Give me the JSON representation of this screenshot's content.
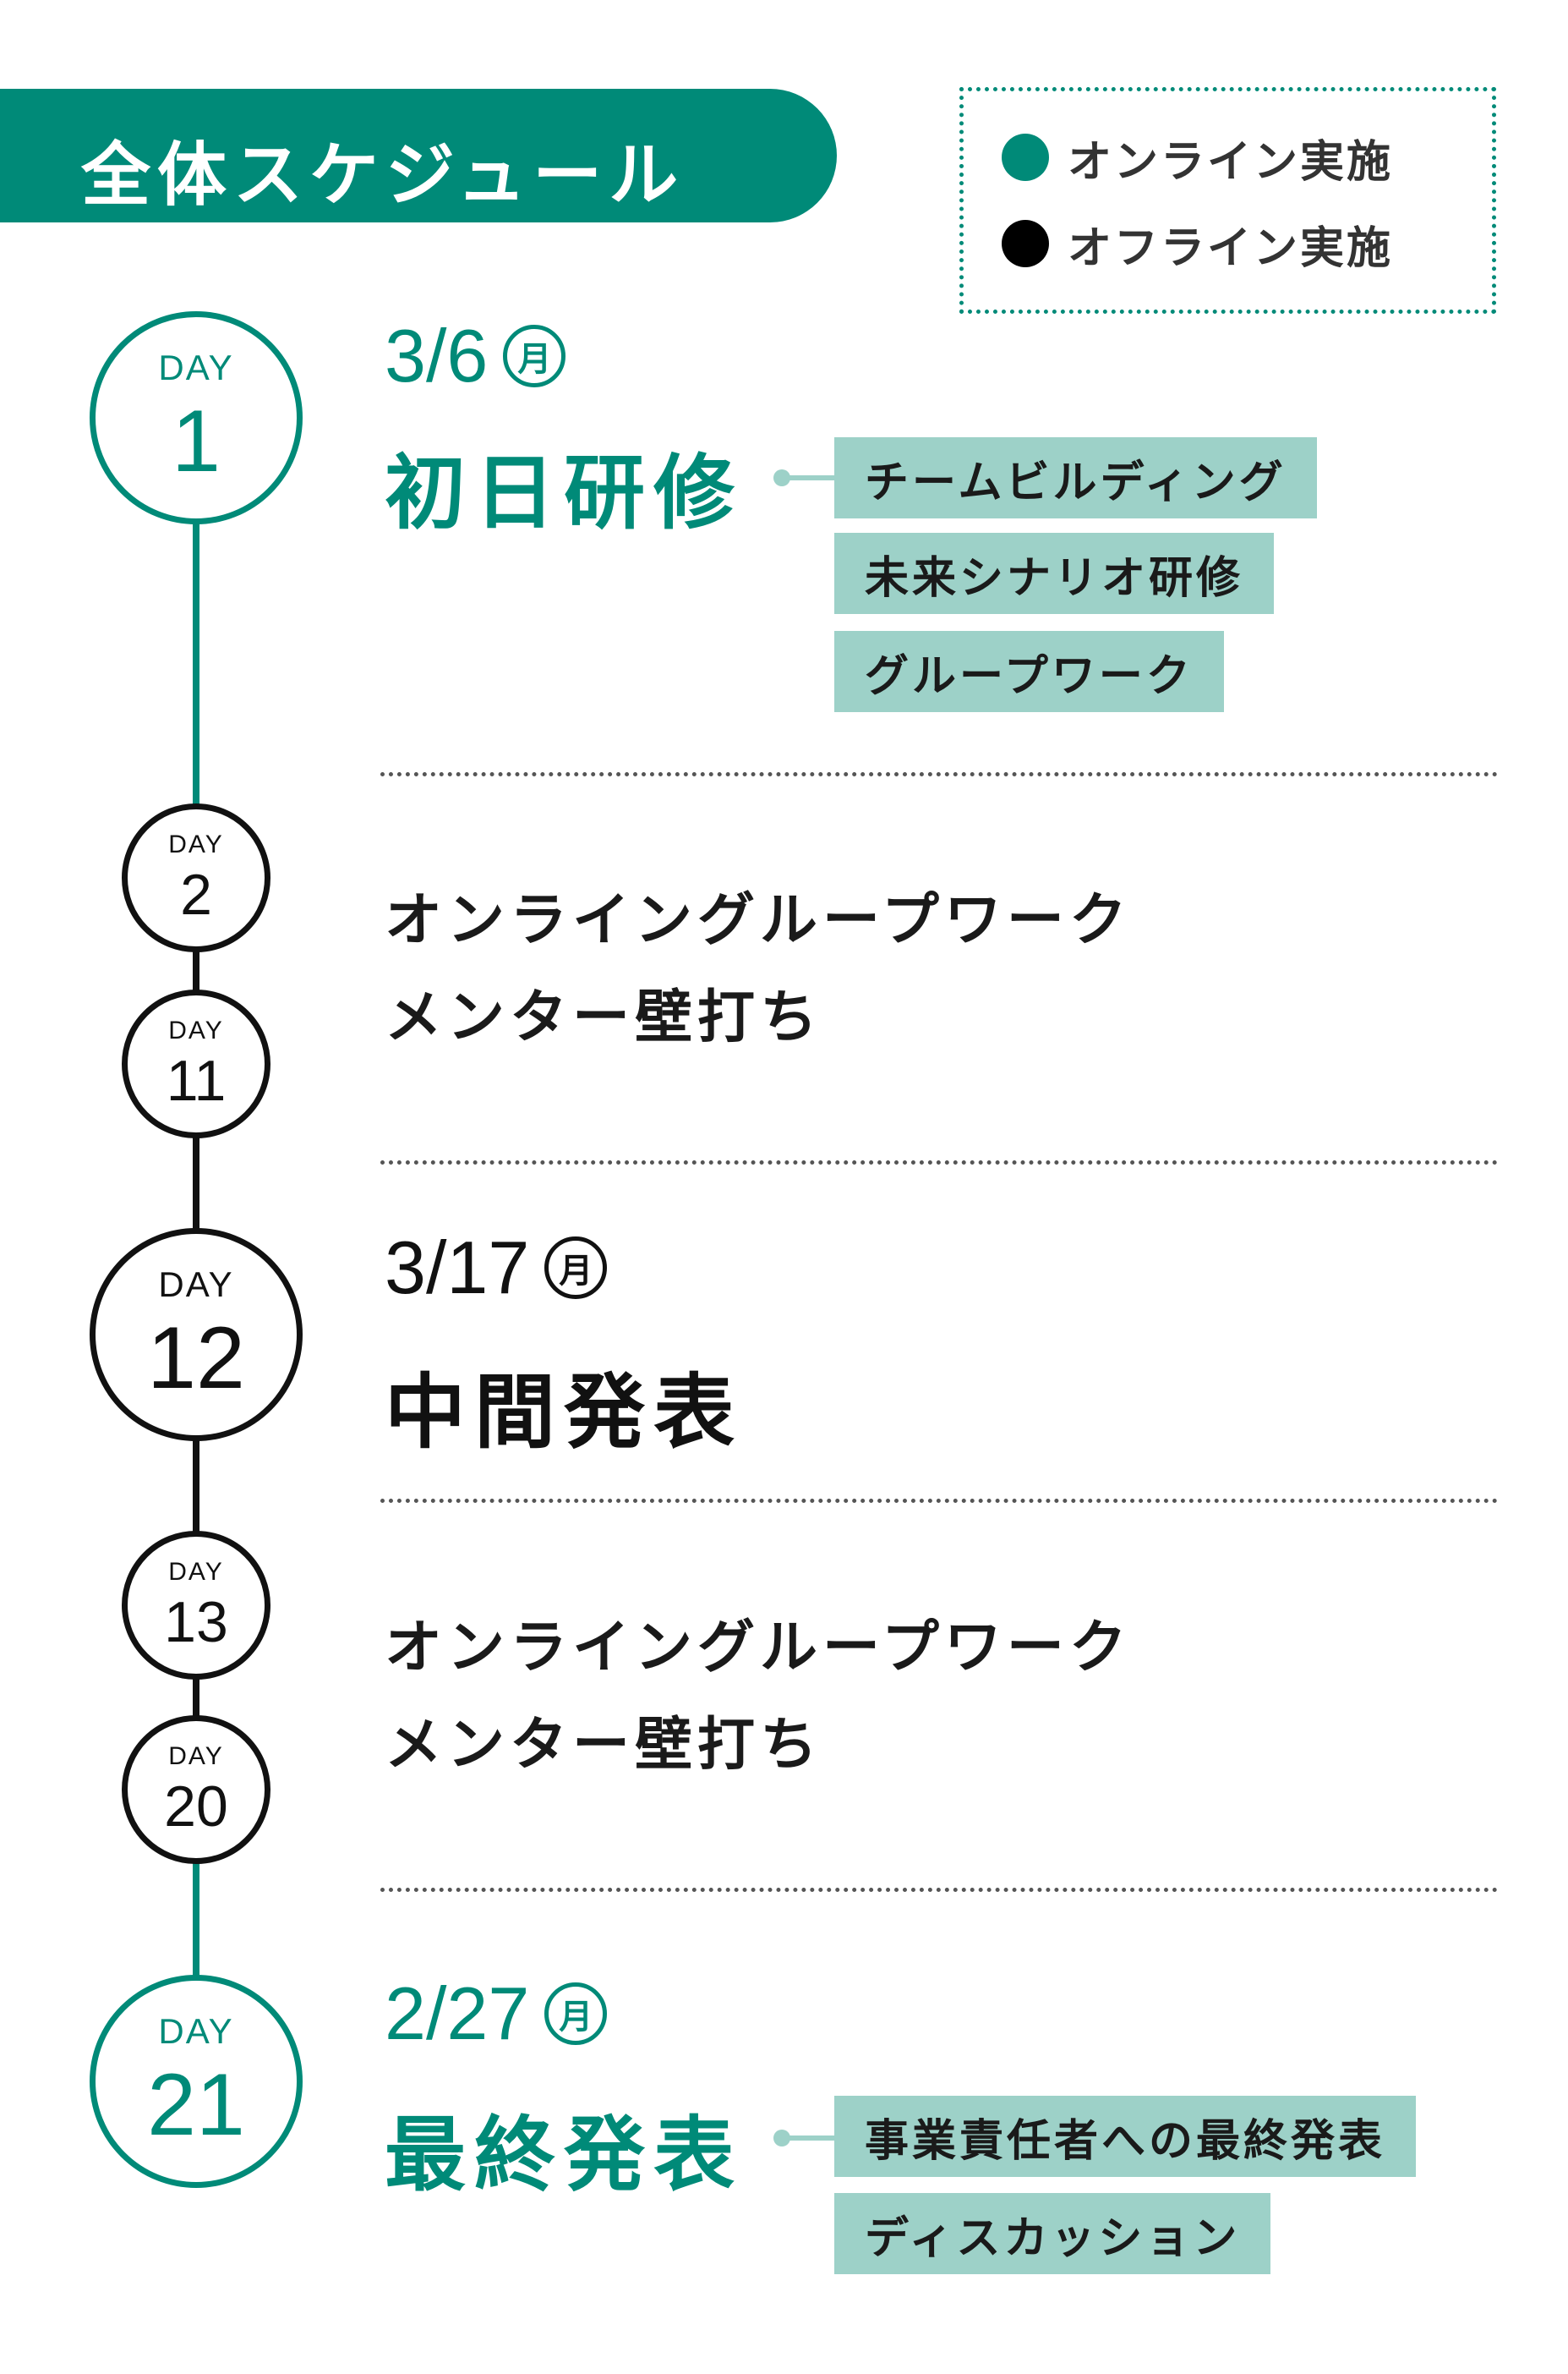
{
  "header": {
    "title": "全体スケジュール"
  },
  "legend": {
    "online": {
      "label": "オンライン実施",
      "color": "#008a78"
    },
    "offline": {
      "label": "オフライン実施",
      "color": "#000000"
    }
  },
  "days": {
    "label": "DAY",
    "d1": "1",
    "d2": "2",
    "d11": "11",
    "d12": "12",
    "d13": "13",
    "d20": "20",
    "d21": "21"
  },
  "events": {
    "first": {
      "date": "3/6",
      "weekday": "月",
      "title": "初日研修",
      "tags": [
        "チームビルディング",
        "未来シナリオ研修",
        "グループワーク"
      ]
    },
    "online_period_1": {
      "lines": [
        "オンライングループワーク",
        "メンター壁打ち"
      ]
    },
    "mid": {
      "date": "3/17",
      "weekday": "月",
      "title": "中間発表"
    },
    "online_period_2": {
      "lines": [
        "オンライングループワーク",
        "メンター壁打ち"
      ]
    },
    "final": {
      "date": "2/27",
      "weekday": "月",
      "title": "最終発表",
      "tags": [
        "事業責任者への最終発表",
        "ディスカッション"
      ]
    }
  },
  "colors": {
    "online": "#008a78",
    "offline": "#111111",
    "tag_bg": "#9dd1c8"
  }
}
